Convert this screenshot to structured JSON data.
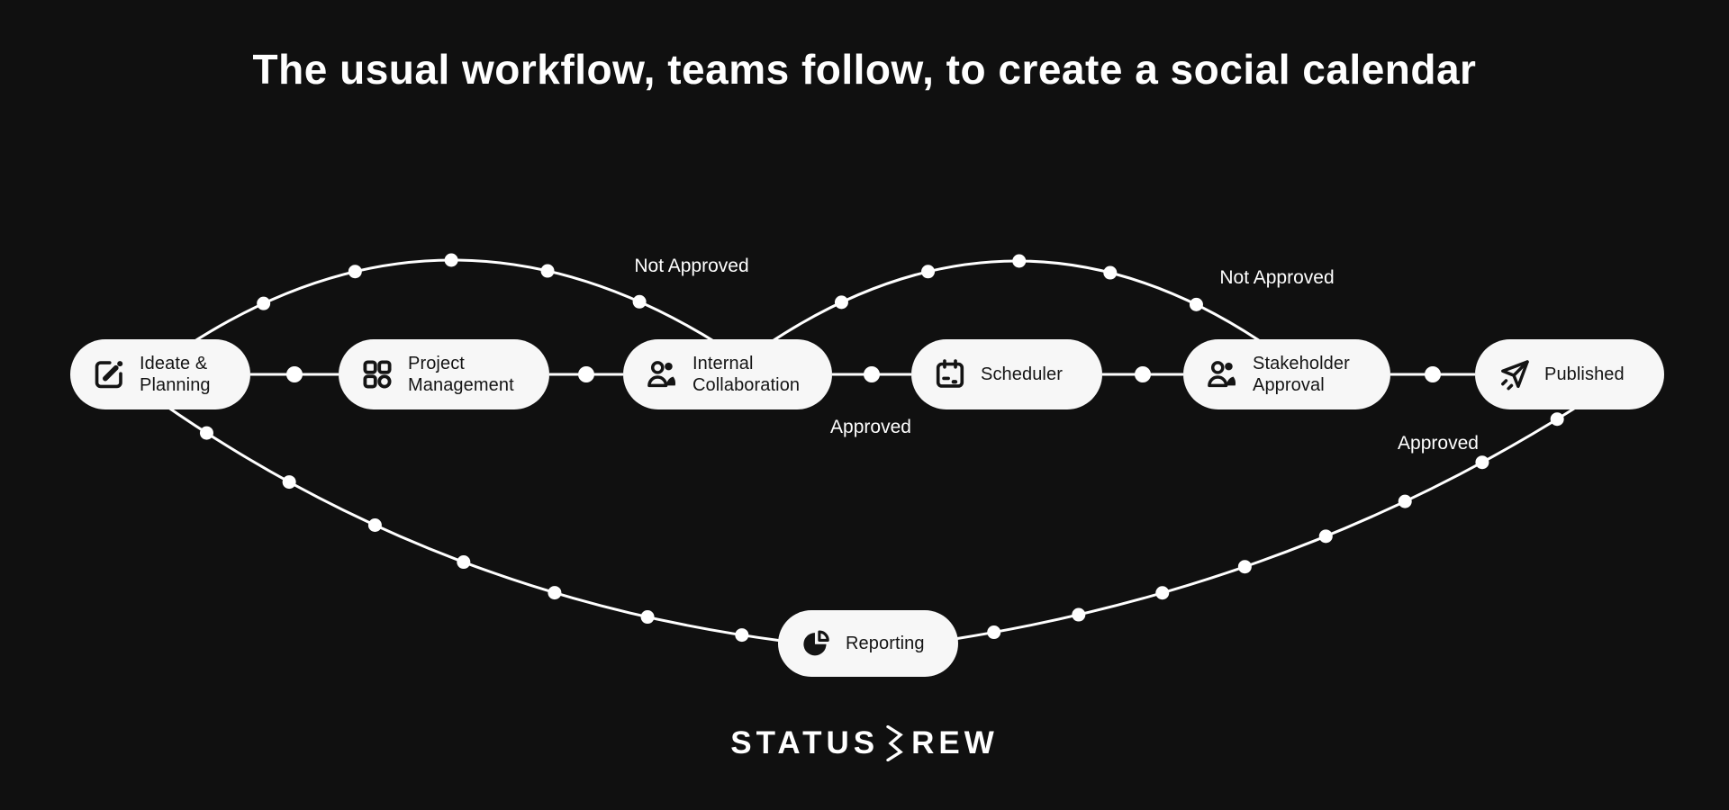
{
  "title": "The usual workflow, teams follow, to create a social calendar",
  "diagram": {
    "nodes": [
      {
        "id": "ideate-planning",
        "label": "Ideate & Planning",
        "icon": "edit-icon"
      },
      {
        "id": "project-management",
        "label": "Project Management",
        "icon": "grid-icon"
      },
      {
        "id": "internal-collaboration",
        "label": "Internal Collaboration",
        "icon": "users-icon"
      },
      {
        "id": "scheduler",
        "label": "Scheduler",
        "icon": "calendar-icon"
      },
      {
        "id": "stakeholder-approval",
        "label": "Stakeholder Approval",
        "icon": "users-icon"
      },
      {
        "id": "published",
        "label": "Published",
        "icon": "send-icon"
      },
      {
        "id": "reporting",
        "label": "Reporting",
        "icon": "pie-chart-icon"
      }
    ],
    "edge_labels": {
      "not_approved_left": "Not Approved",
      "not_approved_right": "Not Approved",
      "approved_left": "Approved",
      "approved_right": "Approved"
    }
  },
  "logo": {
    "prefix": "STATUS",
    "suffix": "REW",
    "glyph": "zigzag-b-glyph"
  },
  "colors": {
    "background": "#101010",
    "node_bg": "#f7f7f7",
    "node_text": "#141414",
    "line": "#ffffff",
    "title_text": "#ffffff"
  }
}
